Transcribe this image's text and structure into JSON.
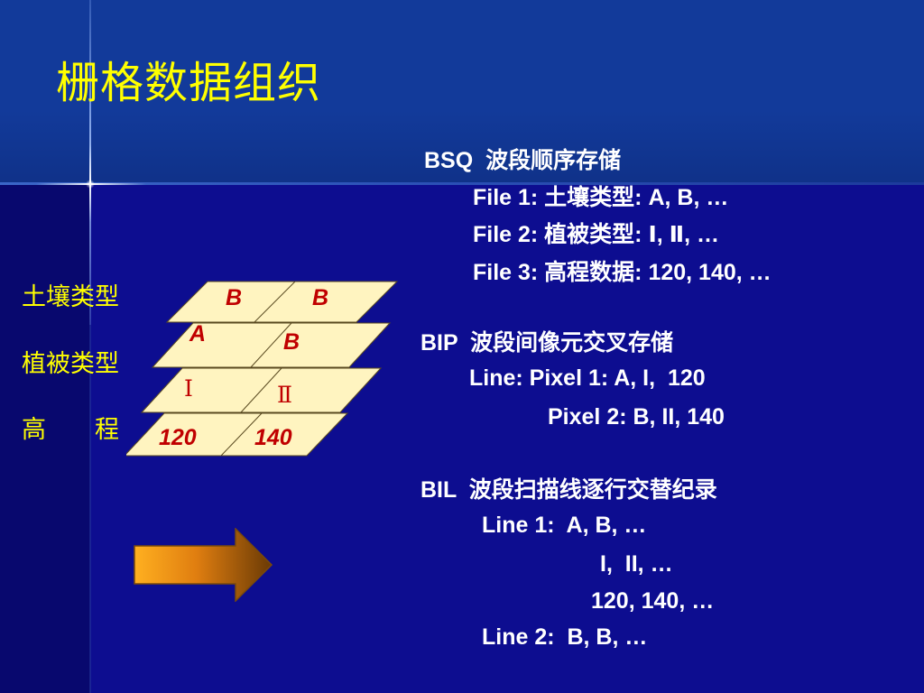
{
  "slide": {
    "title": "栅格数据组织"
  },
  "layers": {
    "labels": {
      "soil": "土壤类型",
      "vegetation": "植被类型",
      "elevation": "高　　程"
    },
    "cells": {
      "soil_1": "B",
      "soil_2": "B",
      "vegetation_1": "A",
      "vegetation_2": "B",
      "landuse_1": "Ⅰ",
      "landuse_2": "Ⅱ",
      "elevation_1": "120",
      "elevation_2": "140"
    }
  },
  "bsq": {
    "heading": "BSQ  波段顺序存储",
    "file1": "File 1: 土壤类型: A, B, …",
    "file2": "File 2: 植被类型: Ⅰ, Ⅱ, …",
    "file3": "File 3: 高程数据: 120, 140, …"
  },
  "bip": {
    "heading": "BIP  波段间像元交叉存储",
    "line_pixel1": "Line: Pixel 1: A, I,  120",
    "pixel2": "Pixel 2: B, II, 140"
  },
  "bil": {
    "heading": "BIL  波段扫描线逐行交替纪录",
    "line1": "Line 1:  A, B, …",
    "line1_b": "I,  II, …",
    "line1_c": "120, 140, …",
    "line2": "Line 2:  B, B, …"
  },
  "colors": {
    "title": "#ffff00",
    "layer_fill": "#fff4c0",
    "cell_text": "#c00000",
    "background_top": "#123a9a",
    "background_main": "#0d0d90"
  },
  "icons": {
    "arrow": "right-arrow-icon",
    "sparkle": "sparkle-decoration"
  }
}
